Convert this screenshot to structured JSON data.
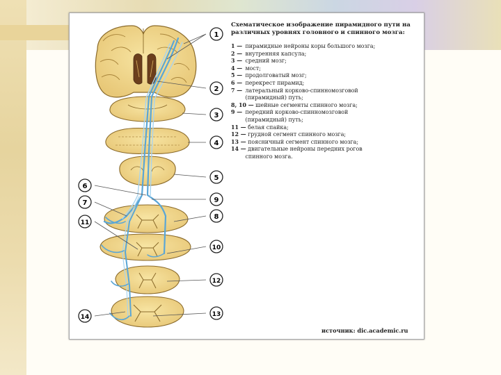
{
  "title": "Схематическое изображение пирамидного пути на различных уровнях головного и спинного мозга:",
  "legend": [
    {
      "num": "1 —",
      "text": "пирамидные нейроны коры большого мозга;"
    },
    {
      "num": "2 —",
      "text": "внутренняя капсула;"
    },
    {
      "num": "3 —",
      "text": "средний мозг;"
    },
    {
      "num": "4 —",
      "text": "мост;"
    },
    {
      "num": "5 —",
      "text": "продолговатый мозг;"
    },
    {
      "num": "6 —",
      "text": "перекрест пирамид;"
    },
    {
      "num": "7 —",
      "text": "латеральный корково-спинномозговой"
    },
    {
      "num": "",
      "text": "(пирамидный) путь;"
    },
    {
      "num": "8, 10 —",
      "text": "шейные сегменты спинного мозга;"
    },
    {
      "num": "9 —",
      "text": "передний корково-спинномозговой"
    },
    {
      "num": "",
      "text": "(пирамидный) путь;"
    },
    {
      "num": "11 —",
      "text": "белая спайка;"
    },
    {
      "num": "12 —",
      "text": "грудной сегмент спинного мозга;"
    },
    {
      "num": "13 —",
      "text": "поясничный сегмент спинного мозга;"
    },
    {
      "num": "14 —",
      "text": "двигательные нейроны передних рогов"
    },
    {
      "num": "",
      "text": "спинного мозга."
    }
  ],
  "markers": [
    "1",
    "2",
    "3",
    "4",
    "5",
    "6",
    "7",
    "8",
    "9",
    "10",
    "11",
    "12",
    "13",
    "14"
  ],
  "source": "источник: dic.academic.ru",
  "colors": {
    "tissue": "#f2d98a",
    "tissue_edge": "#8a6a2a",
    "pathway": "#5aa6d6",
    "pathway_light": "#a8d4ef",
    "grey_matter": "#e3c46e"
  }
}
